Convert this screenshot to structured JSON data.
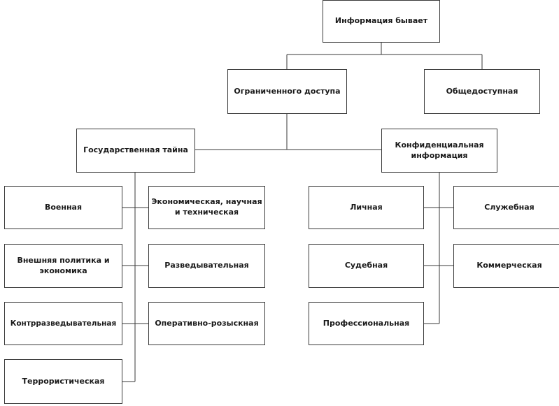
{
  "diagram": {
    "title": "Информация бывает",
    "restricted": "Ограниченного доступа",
    "public": "Общедоступная",
    "state_secret": "Государственная тайна",
    "confidential": "Конфиденциальная информация",
    "state_secret_items": {
      "military": "Военная",
      "economic": "Экономическая, научная и техническая",
      "foreign_policy": "Внешняя политика и экономика",
      "intelligence": "Разведывательная",
      "counterintelligence": "Контрразведывательная",
      "operational": "Оперативно-розыскная",
      "terrorist": "Террористическая"
    },
    "confidential_items": {
      "personal": "Личная",
      "official": "Служебная",
      "judicial": "Судебная",
      "commercial": "Коммерческая",
      "professional": "Профессиональная"
    }
  }
}
